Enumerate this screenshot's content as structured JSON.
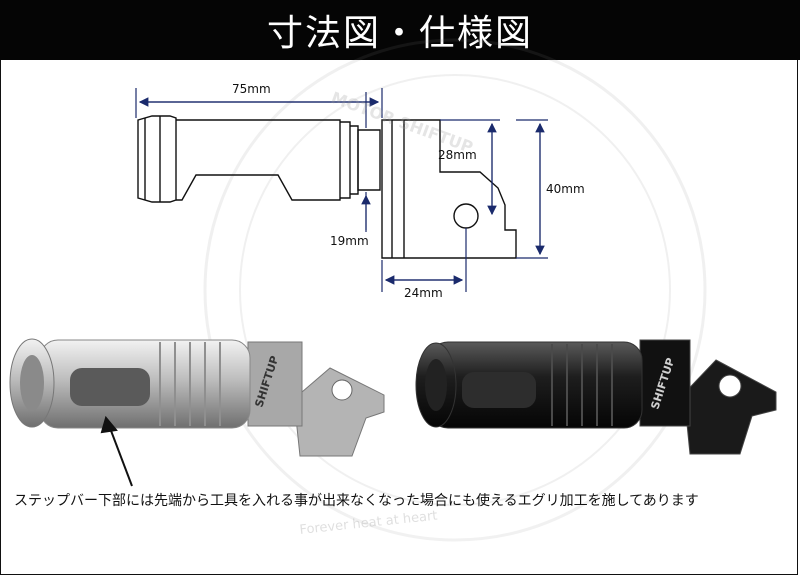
{
  "header": {
    "title": "寸法図・仕様図"
  },
  "dimensions": {
    "overall_length": "75mm",
    "mount_height_upper": "28mm",
    "mount_height_total": "40mm",
    "collar_width": "19mm",
    "mount_width": "24mm"
  },
  "watermark": {
    "text_a": "MOTOR SHIFTUP",
    "text_b": "Forever heat at heart"
  },
  "product_engraving": "SHIFTUP",
  "caption": "ステップバー下部には先端から工具を入れる事が出来なくなった場合にも使えるエグリ加工を施してあります",
  "colors": {
    "header_bg": "#050505",
    "dimension_line": "#1a2a6c",
    "silver": "#c8c8c8",
    "black": "#1a1a1a"
  }
}
